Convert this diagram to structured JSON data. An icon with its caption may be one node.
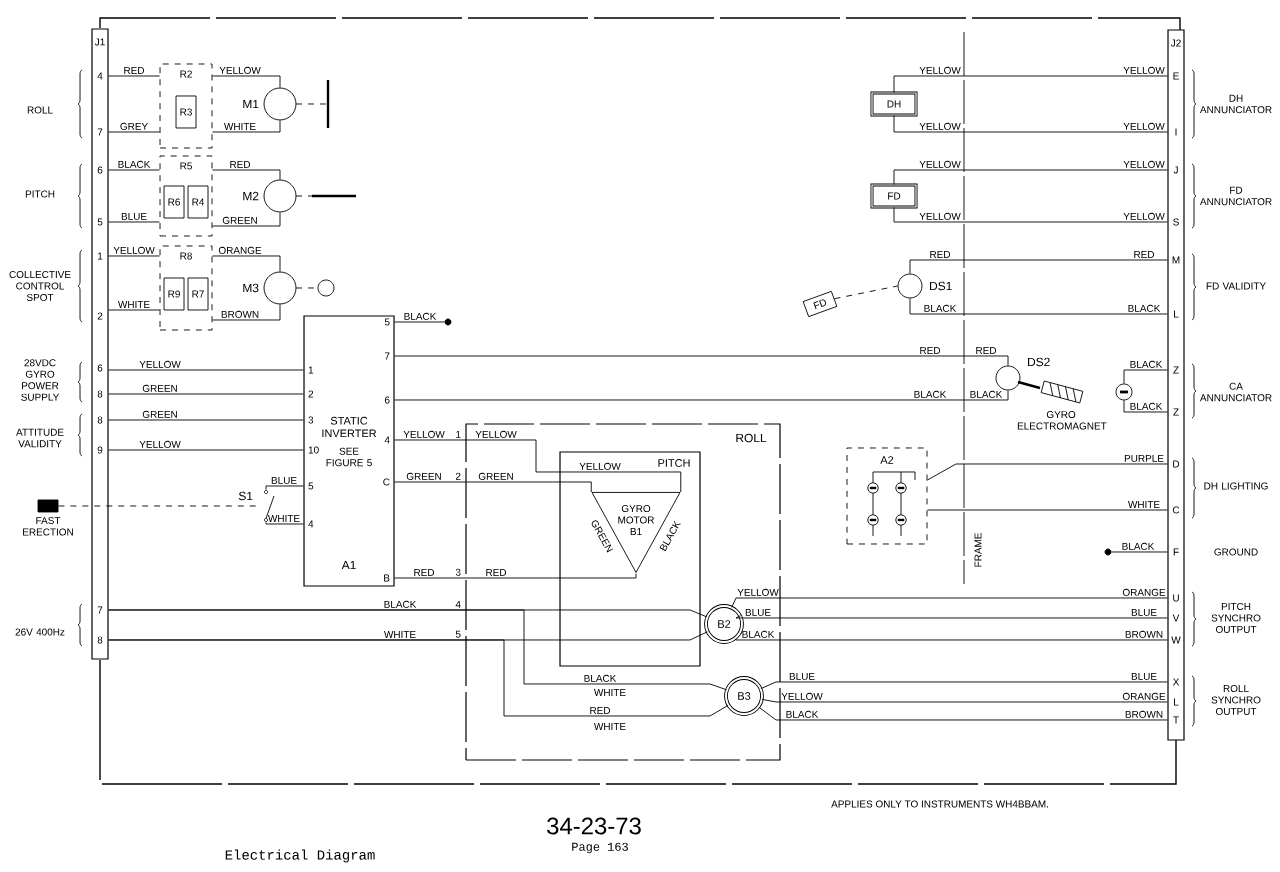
{
  "diagram": {
    "caption": "Electrical Diagram",
    "nodes": [
      {
        "text": [
          "J1"
        ]
      },
      {
        "text": [
          "R2",
          "R3"
        ]
      },
      {
        "text": [
          "R5",
          "R6",
          "R4"
        ]
      },
      {
        "text": [
          "R8",
          "R9",
          "R7"
        ]
      },
      {
        "text": [],
        "shape": "circle",
        "beside": [
          "M1"
        ]
      },
      {
        "text": [],
        "shape": "circle",
        "beside": [
          "M2"
        ]
      },
      {
        "text": [],
        "shape": "circle",
        "beside": [
          "M3"
        ]
      },
      {
        "text": [
          "STATIC INVERTER",
          "SEE FIGURE 5",
          "A1"
        ]
      },
      {
        "text": [],
        "shape": "switch",
        "beside": [
          "S1"
        ]
      },
      {
        "text": [],
        "shape": "box",
        "beside": [
          "FAST ERECTION"
        ]
      },
      {
        "text": [
          "ROLL"
        ]
      },
      {
        "text": [
          "PITCH"
        ],
        "in": 10
      },
      {
        "text": [
          "GYRO MOTOR B1"
        ],
        "in": 11
      },
      {
        "text": [
          "B2"
        ],
        "in": 10
      },
      {
        "text": [
          "B3"
        ],
        "in": 10
      },
      {
        "text": [
          "A2"
        ]
      },
      {
        "text": [],
        "shape": "circle",
        "beside": [
          "DS1"
        ]
      },
      {
        "text": [],
        "shape": "circle",
        "beside": [
          "DS2",
          "GYRO ELECTROMAGNET"
        ]
      },
      {
        "text": [
          "DH"
        ]
      },
      {
        "text": [
          "FD"
        ]
      },
      {
        "text": [
          "J2"
        ]
      },
      {
        "text": [
          "FD"
        ]
      },
      {
        "text": [],
        "shape": "circle"
      },
      {
        "text": [],
        "shape": "circle"
      },
      {
        "text": [],
        "shape": "circle"
      }
    ],
    "edges": [
      {
        "from": 0,
        "to": 1,
        "arrow": "none",
        "label": "RED"
      },
      {
        "from": 0,
        "to": 1,
        "arrow": "none",
        "label": "GREY"
      },
      {
        "from": 1,
        "to": 4,
        "arrow": "none",
        "label": "YELLOW"
      },
      {
        "from": 1,
        "to": 4,
        "arrow": "none",
        "label": "WHITE"
      },
      {
        "from": 0,
        "to": 2,
        "arrow": "none",
        "label": "BLACK"
      },
      {
        "from": 0,
        "to": 2,
        "arrow": "none",
        "label": "BLUE"
      },
      {
        "from": 2,
        "to": 5,
        "arrow": "none",
        "label": "RED"
      },
      {
        "from": 2,
        "to": 5,
        "arrow": "none",
        "label": "GREEN"
      },
      {
        "from": 0,
        "to": 3,
        "arrow": "none",
        "label": "YELLOW"
      },
      {
        "from": 0,
        "to": 3,
        "arrow": "none",
        "label": "WHITE"
      },
      {
        "from": 3,
        "to": 6,
        "arrow": "none",
        "label": "ORANGE"
      },
      {
        "from": 3,
        "to": 6,
        "arrow": "none",
        "label": "BROWN"
      },
      {
        "from": 0,
        "to": 7,
        "arrow": "none",
        "label": "YELLOW"
      },
      {
        "from": 0,
        "to": 7,
        "arrow": "none",
        "label": "GREEN"
      },
      {
        "from": 0,
        "to": 7,
        "arrow": "none",
        "label": "GREEN"
      },
      {
        "from": 0,
        "to": 7,
        "arrow": "none",
        "label": "YELLOW"
      },
      {
        "from": 8,
        "to": 7,
        "arrow": "none",
        "label": "BLUE"
      },
      {
        "from": 8,
        "to": 7,
        "arrow": "none",
        "label": "WHITE"
      },
      {
        "from": 9,
        "to": 8,
        "arrow": "none",
        "style": "dashed"
      },
      {
        "from": 7,
        "to": 23,
        "arrow": "none",
        "label": "BLACK"
      },
      {
        "from": 7,
        "to": 17,
        "arrow": "none",
        "label": "RED"
      },
      {
        "from": 7,
        "to": 17,
        "arrow": "none",
        "label": "BLACK"
      },
      {
        "from": 7,
        "to": 12,
        "arrow": "none",
        "label": "YELLOW"
      },
      {
        "from": 7,
        "to": 12,
        "arrow": "none",
        "label": "GREEN"
      },
      {
        "from": 7,
        "to": 12,
        "arrow": "none",
        "label": "RED"
      },
      {
        "from": 0,
        "to": 13,
        "arrow": "none",
        "label": "BLACK"
      },
      {
        "from": 0,
        "to": 13,
        "arrow": "none",
        "label": "WHITE"
      },
      {
        "from": 0,
        "to": 14,
        "arrow": "none",
        "label": "BLACK"
      },
      {
        "from": 0,
        "to": 14,
        "arrow": "none",
        "label": "RED"
      },
      {
        "from": 13,
        "to": 20,
        "arrow": "none",
        "label": "ORANGE"
      },
      {
        "from": 13,
        "to": 20,
        "arrow": "none",
        "label": "BLUE"
      },
      {
        "from": 13,
        "to": 20,
        "arrow": "none",
        "label": "BROWN"
      },
      {
        "from": 14,
        "to": 20,
        "arrow": "none",
        "label": "BLUE"
      },
      {
        "from": 14,
        "to": 20,
        "arrow": "none",
        "label": "ORANGE"
      },
      {
        "from": 14,
        "to": 20,
        "arrow": "none",
        "label": "BROWN"
      },
      {
        "from": 18,
        "to": 20,
        "arrow": "none",
        "label": "YELLOW"
      },
      {
        "from": 18,
        "to": 20,
        "arrow": "none",
        "label": "YELLOW"
      },
      {
        "from": 19,
        "to": 20,
        "arrow": "none",
        "label": "YELLOW"
      },
      {
        "from": 19,
        "to": 20,
        "arrow": "none",
        "label": "YELLOW"
      },
      {
        "from": 16,
        "to": 20,
        "arrow": "none",
        "label": "RED"
      },
      {
        "from": 16,
        "to": 20,
        "arrow": "none",
        "label": "BLACK"
      },
      {
        "from": 21,
        "to": 16,
        "arrow": "none",
        "style": "dashed"
      },
      {
        "from": 22,
        "to": 20,
        "arrow": "none",
        "label": "BLACK"
      },
      {
        "from": 22,
        "to": 20,
        "arrow": "none",
        "label": "BLACK"
      },
      {
        "from": 15,
        "to": 20,
        "arrow": "none",
        "label": "PURPLE"
      },
      {
        "from": 15,
        "to": 20,
        "arrow": "none",
        "label": "WHITE"
      },
      {
        "from": 20,
        "to": 24,
        "arrow": "none",
        "label": "BLACK"
      }
    ],
    "labels": [
      "ROLL",
      "PITCH",
      "COLLECTIVE CONTROL SPOT",
      "28VDC GYRO POWER SUPPLY",
      "ATTITUDE VALIDITY",
      "26V 400Hz",
      "4",
      "7",
      "6",
      "5",
      "1",
      "2",
      "6",
      "8",
      "8",
      "9",
      "7",
      "8",
      "1",
      "2",
      "3",
      "10",
      "5",
      "4",
      "5",
      "7",
      "6",
      "4",
      "C",
      "B",
      "1",
      "2",
      "3",
      "4",
      "5",
      "YELLOW",
      "GREEN",
      "RED",
      "YELLOW",
      "GREEN",
      "BLACK",
      "YELLOW",
      "BLUE",
      "BLACK",
      "BLUE",
      "YELLOW",
      "BLACK",
      "WHITE",
      "WHITE",
      "YELLOW",
      "YELLOW",
      "YELLOW",
      "YELLOW",
      "RED",
      "BLACK",
      "RED",
      "BLACK",
      "FRAME",
      "E",
      "I",
      "J",
      "S",
      "M",
      "L",
      "Z",
      "Z",
      "D",
      "C",
      "F",
      "U",
      "V",
      "W",
      "X",
      "L",
      "T",
      "DH ANNUNCIATOR",
      "FD ANNUNCIATOR",
      "FD VALIDITY",
      "CA ANNUNCIATOR",
      "DH LIGHTING",
      "GROUND",
      "PITCH SYNCHRO OUTPUT",
      "ROLL SYNCHRO OUTPUT",
      "APPLIES ONLY TO INSTRUMENTS WH4BBAM.",
      "34-23-73",
      "Page 163"
    ]
  }
}
